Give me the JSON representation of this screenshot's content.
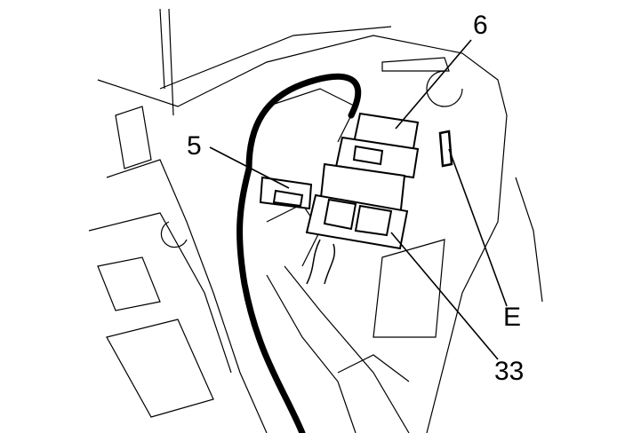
{
  "diagram": {
    "callouts": [
      {
        "id": "6",
        "text": "6"
      },
      {
        "id": "5",
        "text": "5"
      },
      {
        "id": "E",
        "text": "E"
      },
      {
        "id": "33",
        "text": "33"
      }
    ]
  }
}
